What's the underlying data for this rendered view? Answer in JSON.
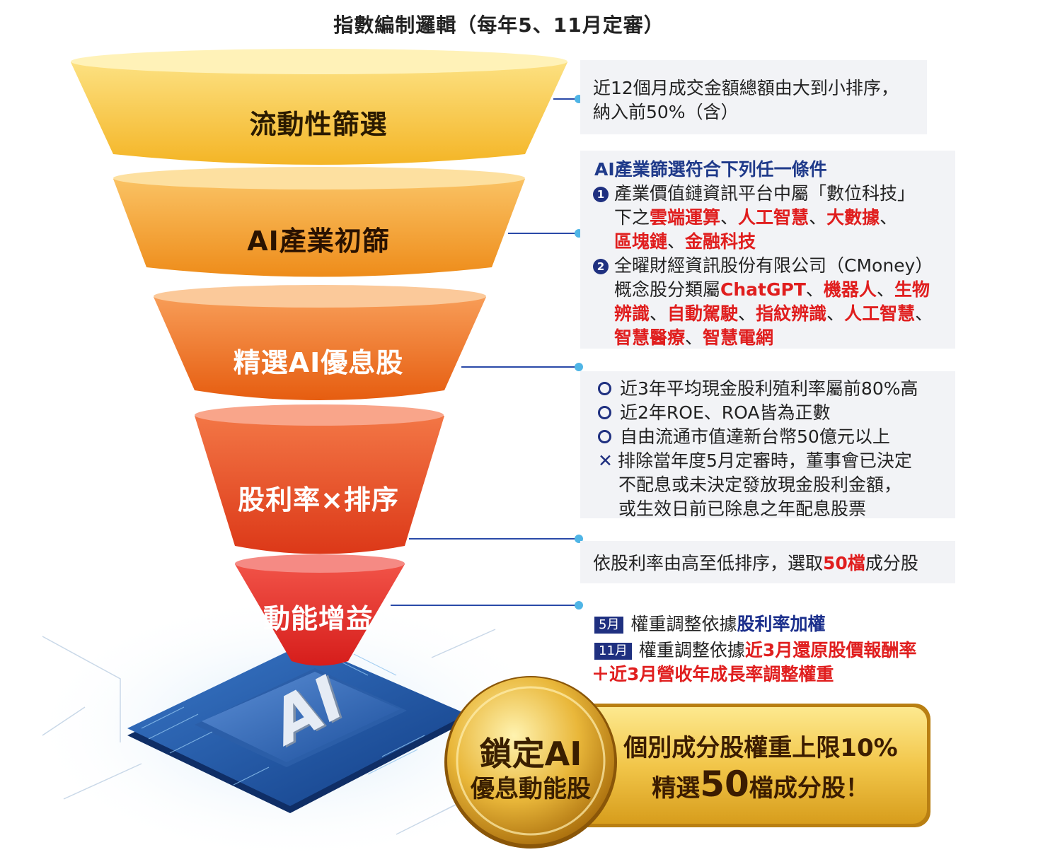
{
  "title": "指數編制邏輯（每年5、11月定審）",
  "stages": [
    {
      "label": "流動性篩選",
      "color_top": "#fde27a",
      "color_bottom": "#f6b62a"
    },
    {
      "label": "AI產業初篩",
      "color_top": "#fcc566",
      "color_bottom": "#f08f1c"
    },
    {
      "label": "精選AI優息股",
      "color_top": "#f9a35c",
      "color_bottom": "#e8600f"
    },
    {
      "label": "股利率×排序",
      "color_top": "#f27a47",
      "color_bottom": "#dd3a17"
    },
    {
      "label": "動能增益",
      "color_top": "#f2544a",
      "color_bottom": "#d81f1c"
    }
  ],
  "criteria": {
    "liquidity": {
      "line1": "近12個月成交金額總額由大到小排序，",
      "line2": "納入前50%（含）"
    },
    "ai_screen": {
      "heading": "AI產業篩選符合下列任一條件",
      "item1_num": "1",
      "item1_prefix": "產業價值鏈資訊平台中屬「數位科技」",
      "item1_line2_pre": "下之",
      "item1_terms_a": [
        "雲端運算",
        "人工智慧",
        "大數據"
      ],
      "item1_terms_b": [
        "區塊鏈",
        "金融科技"
      ],
      "sep": "、",
      "item2_num": "2",
      "item2_prefix": "全曜財經資訊股份有限公司（CMoney）",
      "item2_line2_pre": "概念股分類屬",
      "item2_terms_a": [
        "ChatGPT",
        "機器人",
        "生物"
      ],
      "item2_terms_b": [
        "辨識",
        "自動駕駛",
        "指紋辨識",
        "人工智慧"
      ],
      "item2_terms_c": [
        "智慧醫療",
        "智慧電網"
      ]
    },
    "high_dividend": {
      "items": [
        "近3年平均現金股利殖利率屬前80%高",
        "近2年ROE、ROA皆為正數",
        "自由流通市值達新台幣50億元以上"
      ],
      "exclude_line1": "排除當年度5月定審時，董事會已決定",
      "exclude_line2": "不配息或未決定發放現金股利金額，",
      "exclude_line3": "或生效日前已除息之年配息股票"
    },
    "ranking": {
      "pre": "依股利率由高至低排序，選取",
      "highlight": "50檔",
      "post": "成分股"
    },
    "momentum": {
      "may_tag": "5月",
      "may_pre": "權重調整依據",
      "may_highlight": "股利率加權",
      "nov_tag": "11月",
      "nov_pre": "權重調整依據",
      "nov_highlight": "近3月還原股價報酬率",
      "nov_line2": "＋近3月營收年成長率調整權重"
    }
  },
  "chip_label": "AI",
  "coin": {
    "line1": "鎖定AI",
    "line2": "優息動能股"
  },
  "banner": {
    "line1": "個別成分股權重上限10%",
    "line2_pre": "精選",
    "line2_big": "50",
    "line2_post": "檔成分股！"
  },
  "colors": {
    "accent_red": "#e01e1e",
    "navy": "#1f3080",
    "connector": "#2a4aa8",
    "dot": "#4fb5e6"
  }
}
